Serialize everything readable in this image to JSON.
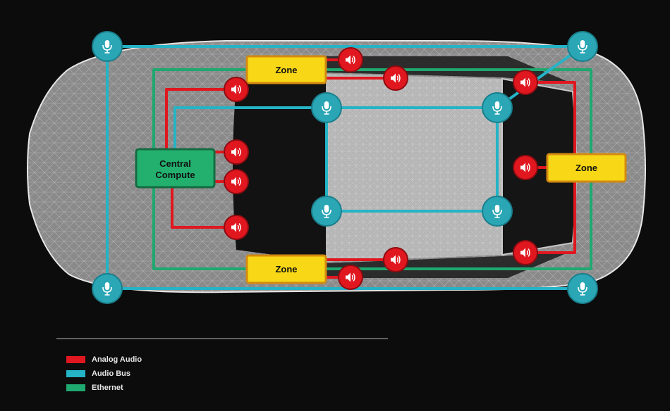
{
  "nodes": {
    "central": [
      "Central",
      "Compute"
    ],
    "zone_front": "Zone",
    "zone_rear": "Zone",
    "zone_bottom": "Zone"
  },
  "legend": [
    {
      "label": "Analog Audio",
      "color": "#e0171f"
    },
    {
      "label": "Audio Bus",
      "color": "#25b3c6"
    },
    {
      "label": "Ethernet",
      "color": "#1fa870"
    }
  ],
  "colors": {
    "analog": "#e0171f",
    "audio_bus": "#25b3c6",
    "ethernet": "#1fa870",
    "zone_fill": "#f7d716",
    "compute_fill": "#23b06f",
    "mic_fill": "#2aa6b5"
  },
  "icons": {
    "microphone": "microphone-icon",
    "speaker": "speaker-icon"
  }
}
